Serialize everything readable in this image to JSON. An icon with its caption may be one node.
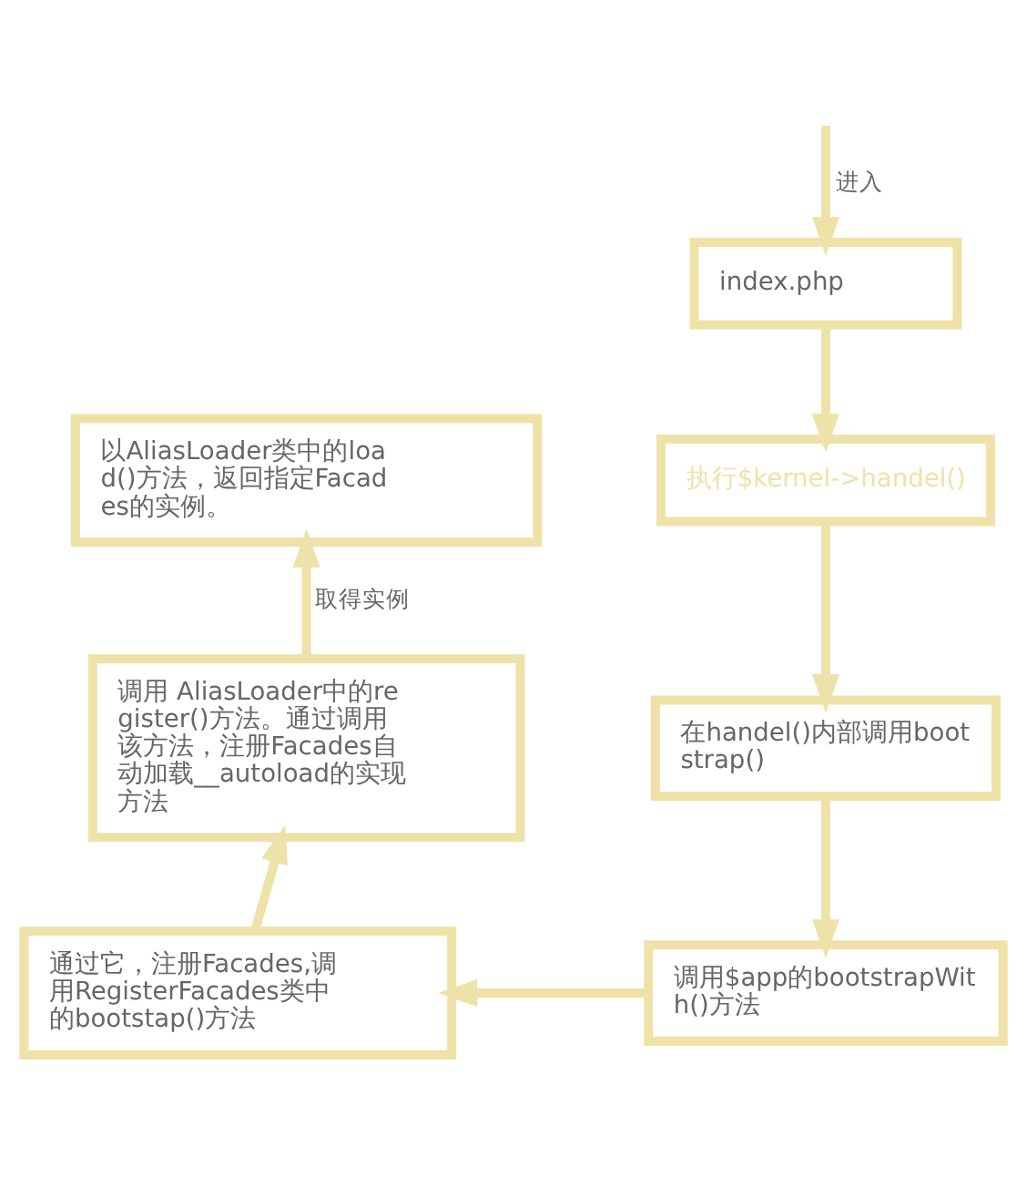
{
  "diagram": {
    "nodes": [
      {
        "text": [
          "index.php"
        ]
      },
      {
        "text": [
          "执行$kernel->handel()"
        ]
      },
      {
        "text": [
          "在handel()内部调用bootstrap()"
        ]
      },
      {
        "text": [
          "调用$app的bootstrapWith()方法"
        ]
      },
      {
        "text": [
          "通过它，注册Facades,调用RegisterFacades类中的bootstap()方法"
        ]
      },
      {
        "text": [
          "调用 AliasLoader中的register()方法。通过调用该方法，注册Facades自动加载__autoload的实现方法"
        ]
      },
      {
        "text": [
          "以AliasLoader类中的load()方法，返回指定Facades的实例。"
        ]
      }
    ],
    "edges": [
      {
        "from": null,
        "to": 0,
        "arrow": "to",
        "label": "进入"
      },
      {
        "from": 0,
        "to": 1,
        "arrow": "to"
      },
      {
        "from": 1,
        "to": 2,
        "arrow": "to"
      },
      {
        "from": 2,
        "to": 3,
        "arrow": "to"
      },
      {
        "from": 3,
        "to": 4,
        "arrow": "to"
      },
      {
        "from": 4,
        "to": 5,
        "arrow": "to"
      },
      {
        "from": 5,
        "to": 6,
        "arrow": "to",
        "label": "取得实例"
      }
    ]
  }
}
